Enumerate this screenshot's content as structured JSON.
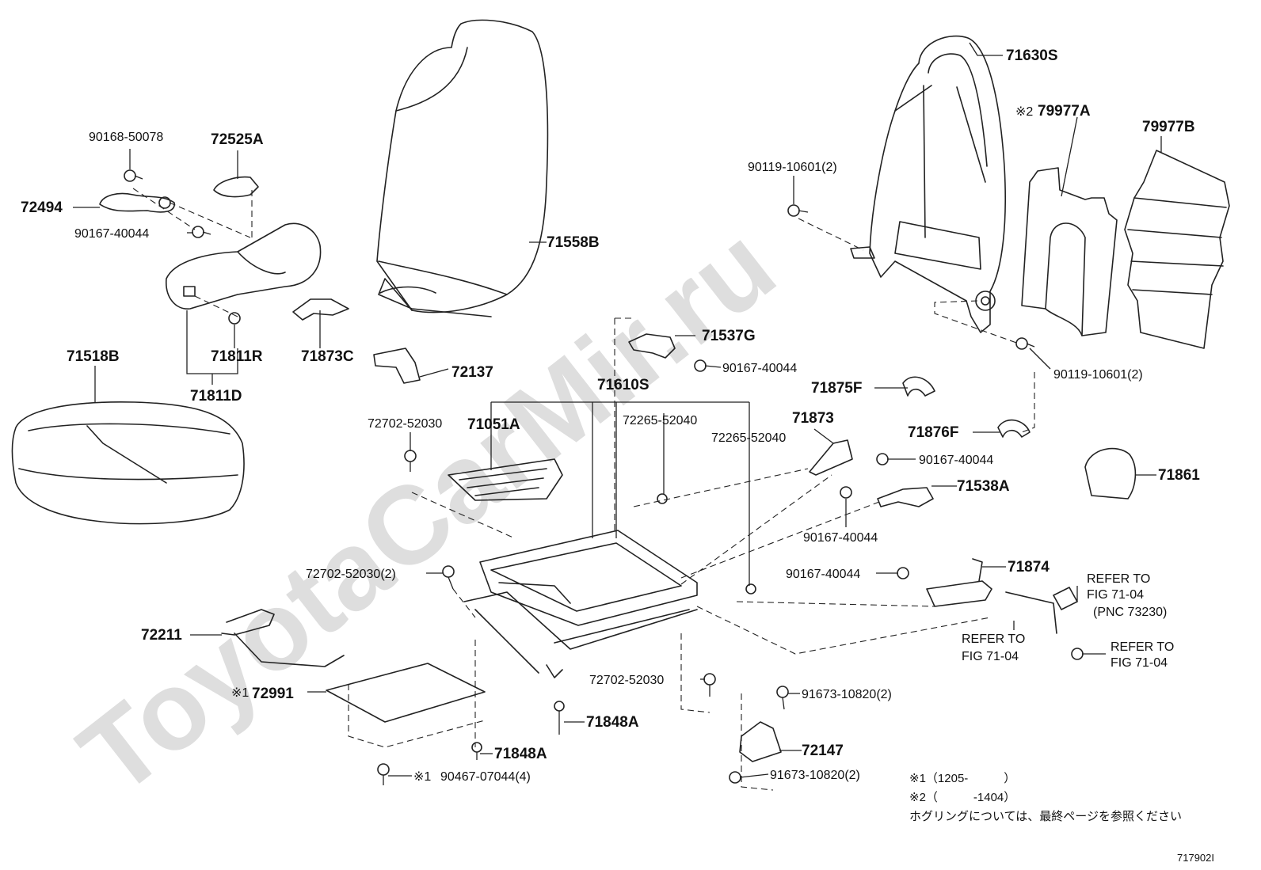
{
  "watermark": "ToyotaCarMir.ru",
  "parts": [
    {
      "id": "71630S",
      "label": "71630S"
    },
    {
      "id": "79977A",
      "label": "79977A",
      "prefix": "※2"
    },
    {
      "id": "79977B",
      "label": "79977B"
    },
    {
      "id": "90119-10601-top",
      "label": "90119-10601(2)"
    },
    {
      "id": "90119-10601-bottom",
      "label": "90119-10601(2)"
    },
    {
      "id": "90168-50078",
      "label": "90168-50078"
    },
    {
      "id": "72525A",
      "label": "72525A"
    },
    {
      "id": "72494",
      "label": "72494"
    },
    {
      "id": "90167-40044-a",
      "label": "90167-40044"
    },
    {
      "id": "71558B",
      "label": "71558B"
    },
    {
      "id": "71518B",
      "label": "71518B"
    },
    {
      "id": "71811R",
      "label": "71811R"
    },
    {
      "id": "71873C",
      "label": "71873C"
    },
    {
      "id": "71811D",
      "label": "71811D"
    },
    {
      "id": "72137",
      "label": "72137"
    },
    {
      "id": "71537G",
      "label": "71537G"
    },
    {
      "id": "90167-40044-b",
      "label": "90167-40044"
    },
    {
      "id": "71610S",
      "label": "71610S"
    },
    {
      "id": "71875F",
      "label": "71875F"
    },
    {
      "id": "72702-52030-a",
      "label": "72702-52030"
    },
    {
      "id": "71051A",
      "label": "71051A"
    },
    {
      "id": "72265-52040-a",
      "label": "72265-52040"
    },
    {
      "id": "72265-52040-b",
      "label": "72265-52040"
    },
    {
      "id": "71873",
      "label": "71873"
    },
    {
      "id": "71876F",
      "label": "71876F"
    },
    {
      "id": "90167-40044-c",
      "label": "90167-40044"
    },
    {
      "id": "71538A",
      "label": "71538A"
    },
    {
      "id": "71861",
      "label": "71861"
    },
    {
      "id": "90167-40044-d",
      "label": "90167-40044"
    },
    {
      "id": "72702-52030-b",
      "label": "72702-52030(2)"
    },
    {
      "id": "90167-40044-e",
      "label": "90167-40044"
    },
    {
      "id": "71874",
      "label": "71874"
    },
    {
      "id": "72211",
      "label": "72211"
    },
    {
      "id": "72702-52030-c",
      "label": "72702-52030"
    },
    {
      "id": "91673-10820-a",
      "label": "91673-10820(2)"
    },
    {
      "id": "72991",
      "label": "72991",
      "prefix": "※1"
    },
    {
      "id": "71848A-a",
      "label": "71848A"
    },
    {
      "id": "72147",
      "label": "72147"
    },
    {
      "id": "71848A-b",
      "label": "71848A"
    },
    {
      "id": "91673-10820-b",
      "label": "91673-10820(2)"
    },
    {
      "id": "90467-07044",
      "label": "90467-07044(4)",
      "prefix": "※1"
    }
  ],
  "refs": {
    "ref1": {
      "line1": "REFER TO",
      "line2": "FIG 71-04",
      "line3": "(PNC 73230)"
    },
    "ref2": {
      "line1": "REFER TO",
      "line2": "FIG 71-04"
    },
    "ref3": {
      "line1": "REFER TO",
      "line2": "FIG 71-04"
    }
  },
  "notes": {
    "n1": "※1（1205-　　　）",
    "n2": "※2（　　　-1404）",
    "n3": "ホグリングについては、最終ページを参照ください"
  },
  "diagram_code": "717902I"
}
